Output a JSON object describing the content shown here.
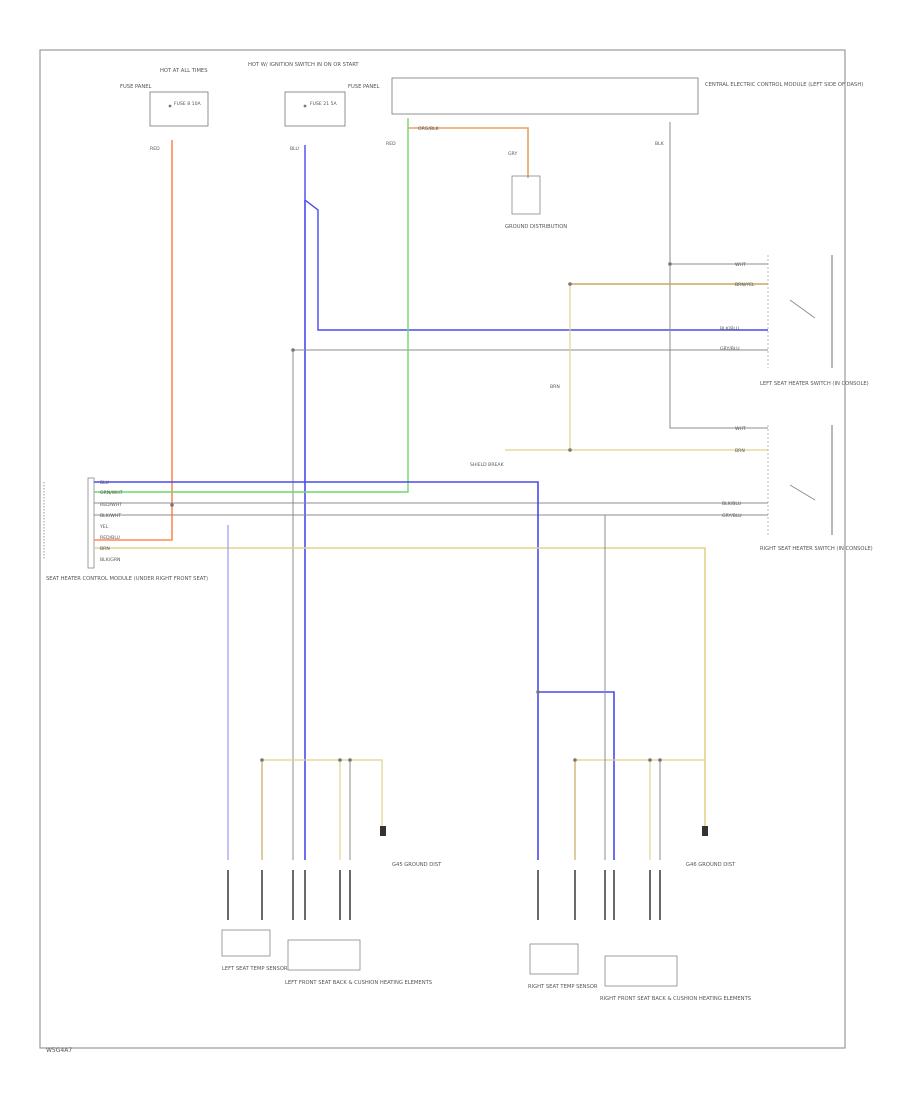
{
  "diagram": {
    "code": "W5G4A7",
    "labels": {
      "hot_at_all_times": "HOT AT ALL TIMES",
      "hot_with_ign_closed": "HOT W/ IGNITION SWITCH IN ON OR START",
      "fuse_panel": "FUSE PANEL",
      "fuse_panel_b": "FUSE PANEL",
      "fuse_a": "FUSE 8 10A",
      "fuse_b": "FUSE 21 5A",
      "cms": "CENTRAL ELECTRIC CONTROL MODULE (LEFT SIDE OF DASH)",
      "ground_ref": "GROUND DISTRIBUTION",
      "seat_heater_left_switch": "LEFT SEAT HEATER SWITCH (IN CONSOLE)",
      "seat_heater_right_switch": "RIGHT SEAT HEATER SWITCH (IN CONSOLE)",
      "seat_module": "SEAT HEATER CONTROL MODULE (UNDER RIGHT FRONT SEAT)",
      "ground_a": "G45 GROUND DIST",
      "ground_b": "G46 GROUND DIST",
      "left_seat_sensor": "LEFT SEAT TEMP SENSOR",
      "left_seat_elements": "LEFT FRONT SEAT BACK & CUSHION HEATING ELEMENTS",
      "right_seat_sensor": "RIGHT SEAT TEMP SENSOR",
      "right_seat_elements": "RIGHT FRONT SEAT BACK & CUSHION HEATING ELEMENTS",
      "shield": "SHIELD BREAK"
    },
    "wire_colors": {
      "blu": "#4a4aee",
      "red_org": "#ff8a55",
      "grn": "#6cd86c",
      "brn_yel": "#c8a85c",
      "yel": "#e0d48c",
      "gry": "#8c8c8c",
      "org": "#e8a060"
    },
    "wire_labels": {
      "blu": "BLU",
      "grn_wht": "GRN/WHT",
      "red_wht": "RED/WHT",
      "blk_wht": "BLK/WHT",
      "yel": "YEL",
      "red_blu": "RED/BLU",
      "brn": "BRN",
      "blk_grn": "BLK/GRN",
      "wht": "WHT",
      "brn_yel": "BRN/YEL",
      "blk_blu": "BLK/BLU",
      "gry_blu": "GRY/BLU",
      "red": "RED",
      "org_blk": "ORG/BLK",
      "gry": "GRY",
      "blk": "BLK"
    }
  }
}
